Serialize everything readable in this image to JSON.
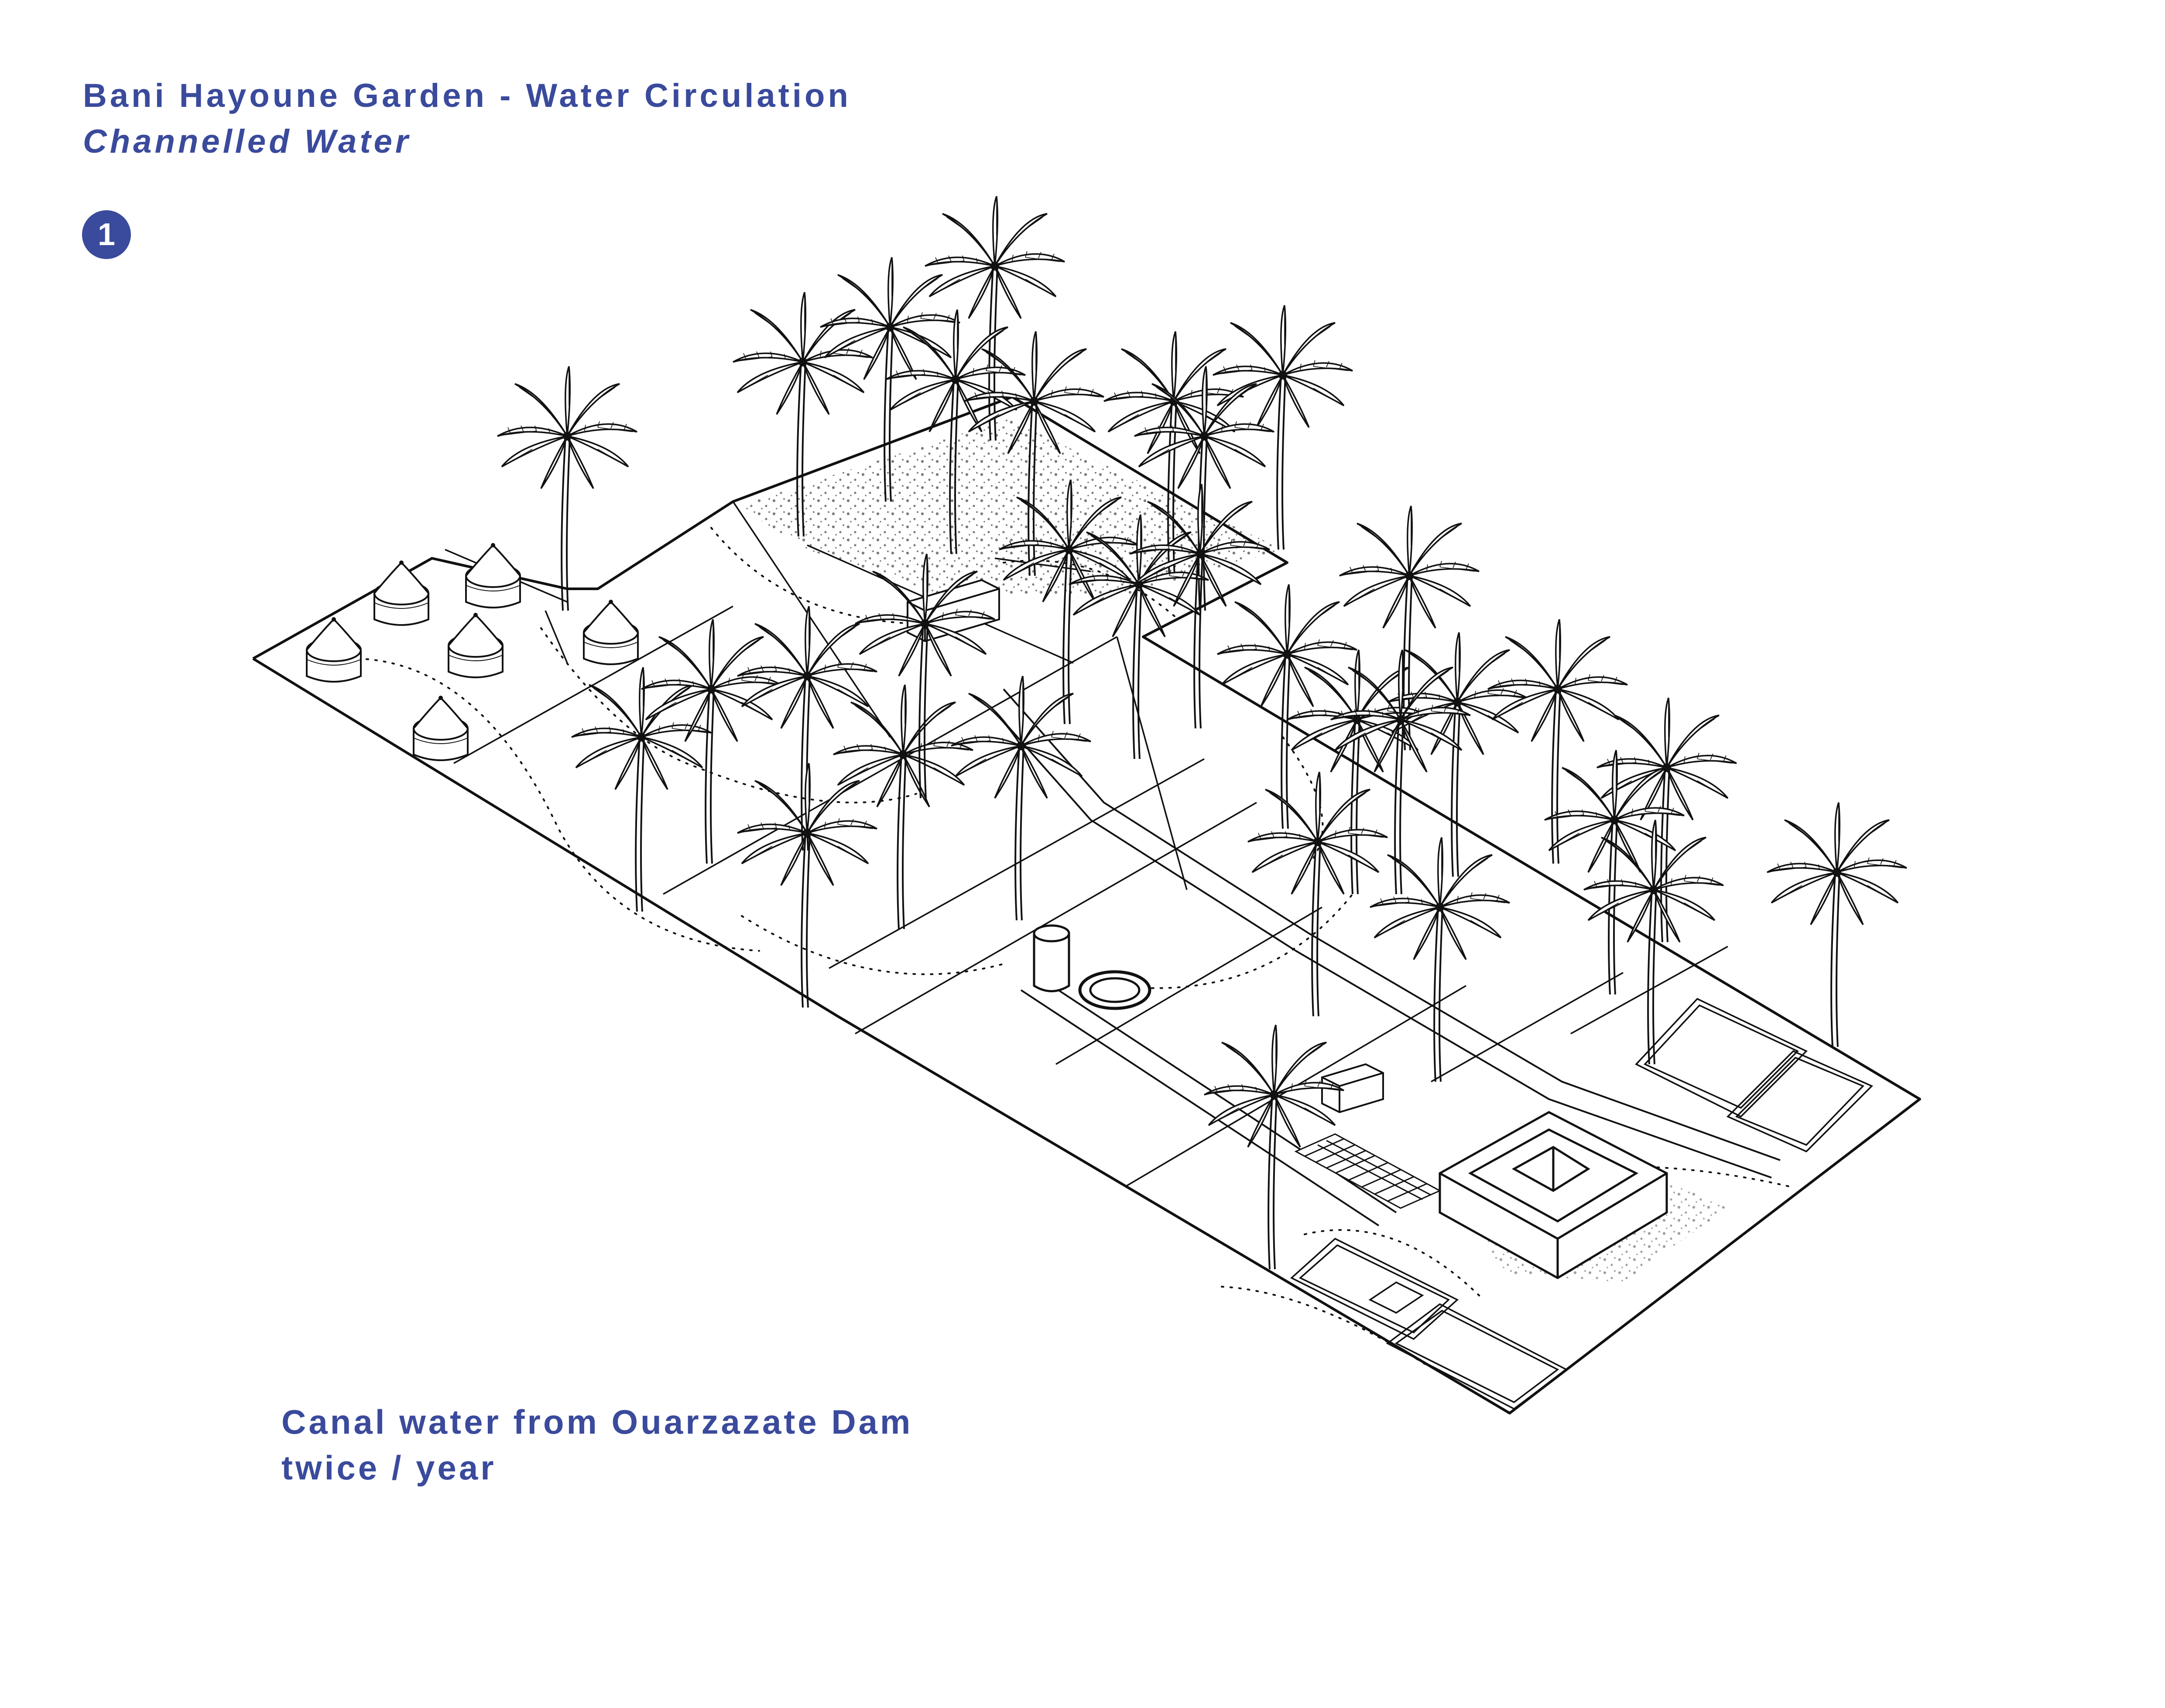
{
  "header": {
    "title": "Bani Hayoune Garden - Water Circulation",
    "subtitle": "Channelled Water",
    "step_number": "1"
  },
  "caption": {
    "line1": "Canal water from Ouarzazate Dam",
    "line2": "twice / year"
  },
  "colors": {
    "accent": "#3a4a9c",
    "linework": "#111111",
    "background": "#ffffff"
  },
  "icons": {
    "tree": "palm-tree-icon",
    "hut": "round-hut-icon",
    "tank": "water-tank-icon",
    "basin": "ring-basin-icon",
    "building": "courtyard-building-icon"
  }
}
